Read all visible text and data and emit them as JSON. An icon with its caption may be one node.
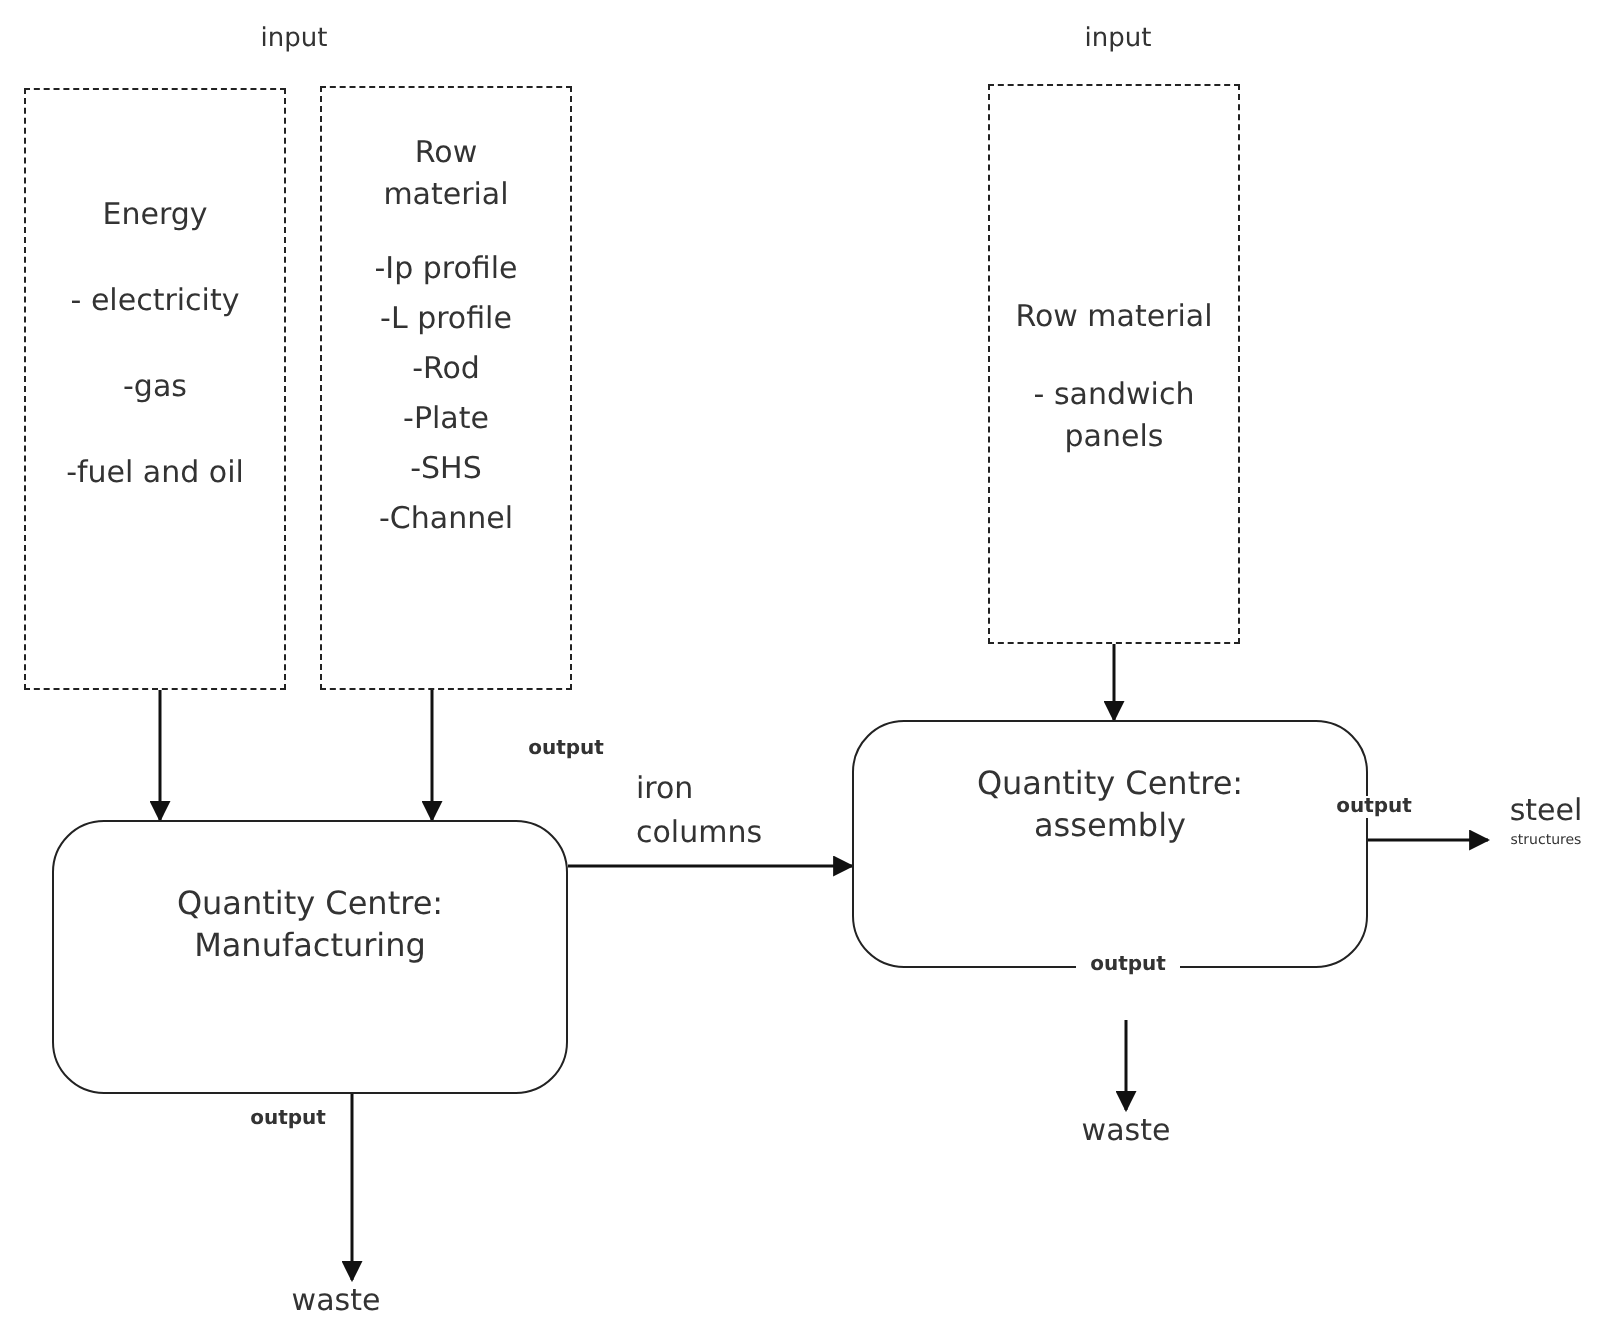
{
  "diagram": {
    "nodes": [
      {
        "text": [
          "Energy",
          "- electricity",
          "-gas",
          "-fuel and oil"
        ]
      },
      {
        "text": [
          "Row material",
          "-Ip profile",
          "-L profile",
          "-Rod",
          "-Plate",
          "-SHS",
          "-Channel"
        ]
      },
      {
        "text": [
          "Quantity Centre: Manufacturing"
        ]
      },
      {
        "text": [
          "waste"
        ]
      },
      {
        "text": [
          "Row material",
          "- sandwich panels"
        ]
      },
      {
        "text": [
          "Quantity Centre: assembly"
        ]
      },
      {
        "text": [
          "waste"
        ]
      },
      {
        "text": [
          "steel",
          "structures"
        ]
      }
    ],
    "edges": [
      {
        "from": 0,
        "to": 2,
        "arrow": "to"
      },
      {
        "from": 1,
        "to": 2,
        "arrow": "to"
      },
      {
        "from": 2,
        "to": 3,
        "arrow": "to"
      },
      {
        "from": 2,
        "to": 5,
        "arrow": "to",
        "label": "iron columns"
      },
      {
        "from": 4,
        "to": 5,
        "arrow": "to"
      },
      {
        "from": 5,
        "to": 7,
        "arrow": "to"
      },
      {
        "from": 5,
        "to": 6,
        "arrow": "to"
      }
    ],
    "labels": [
      "input",
      "input",
      "output",
      "output",
      "output",
      "output"
    ]
  }
}
